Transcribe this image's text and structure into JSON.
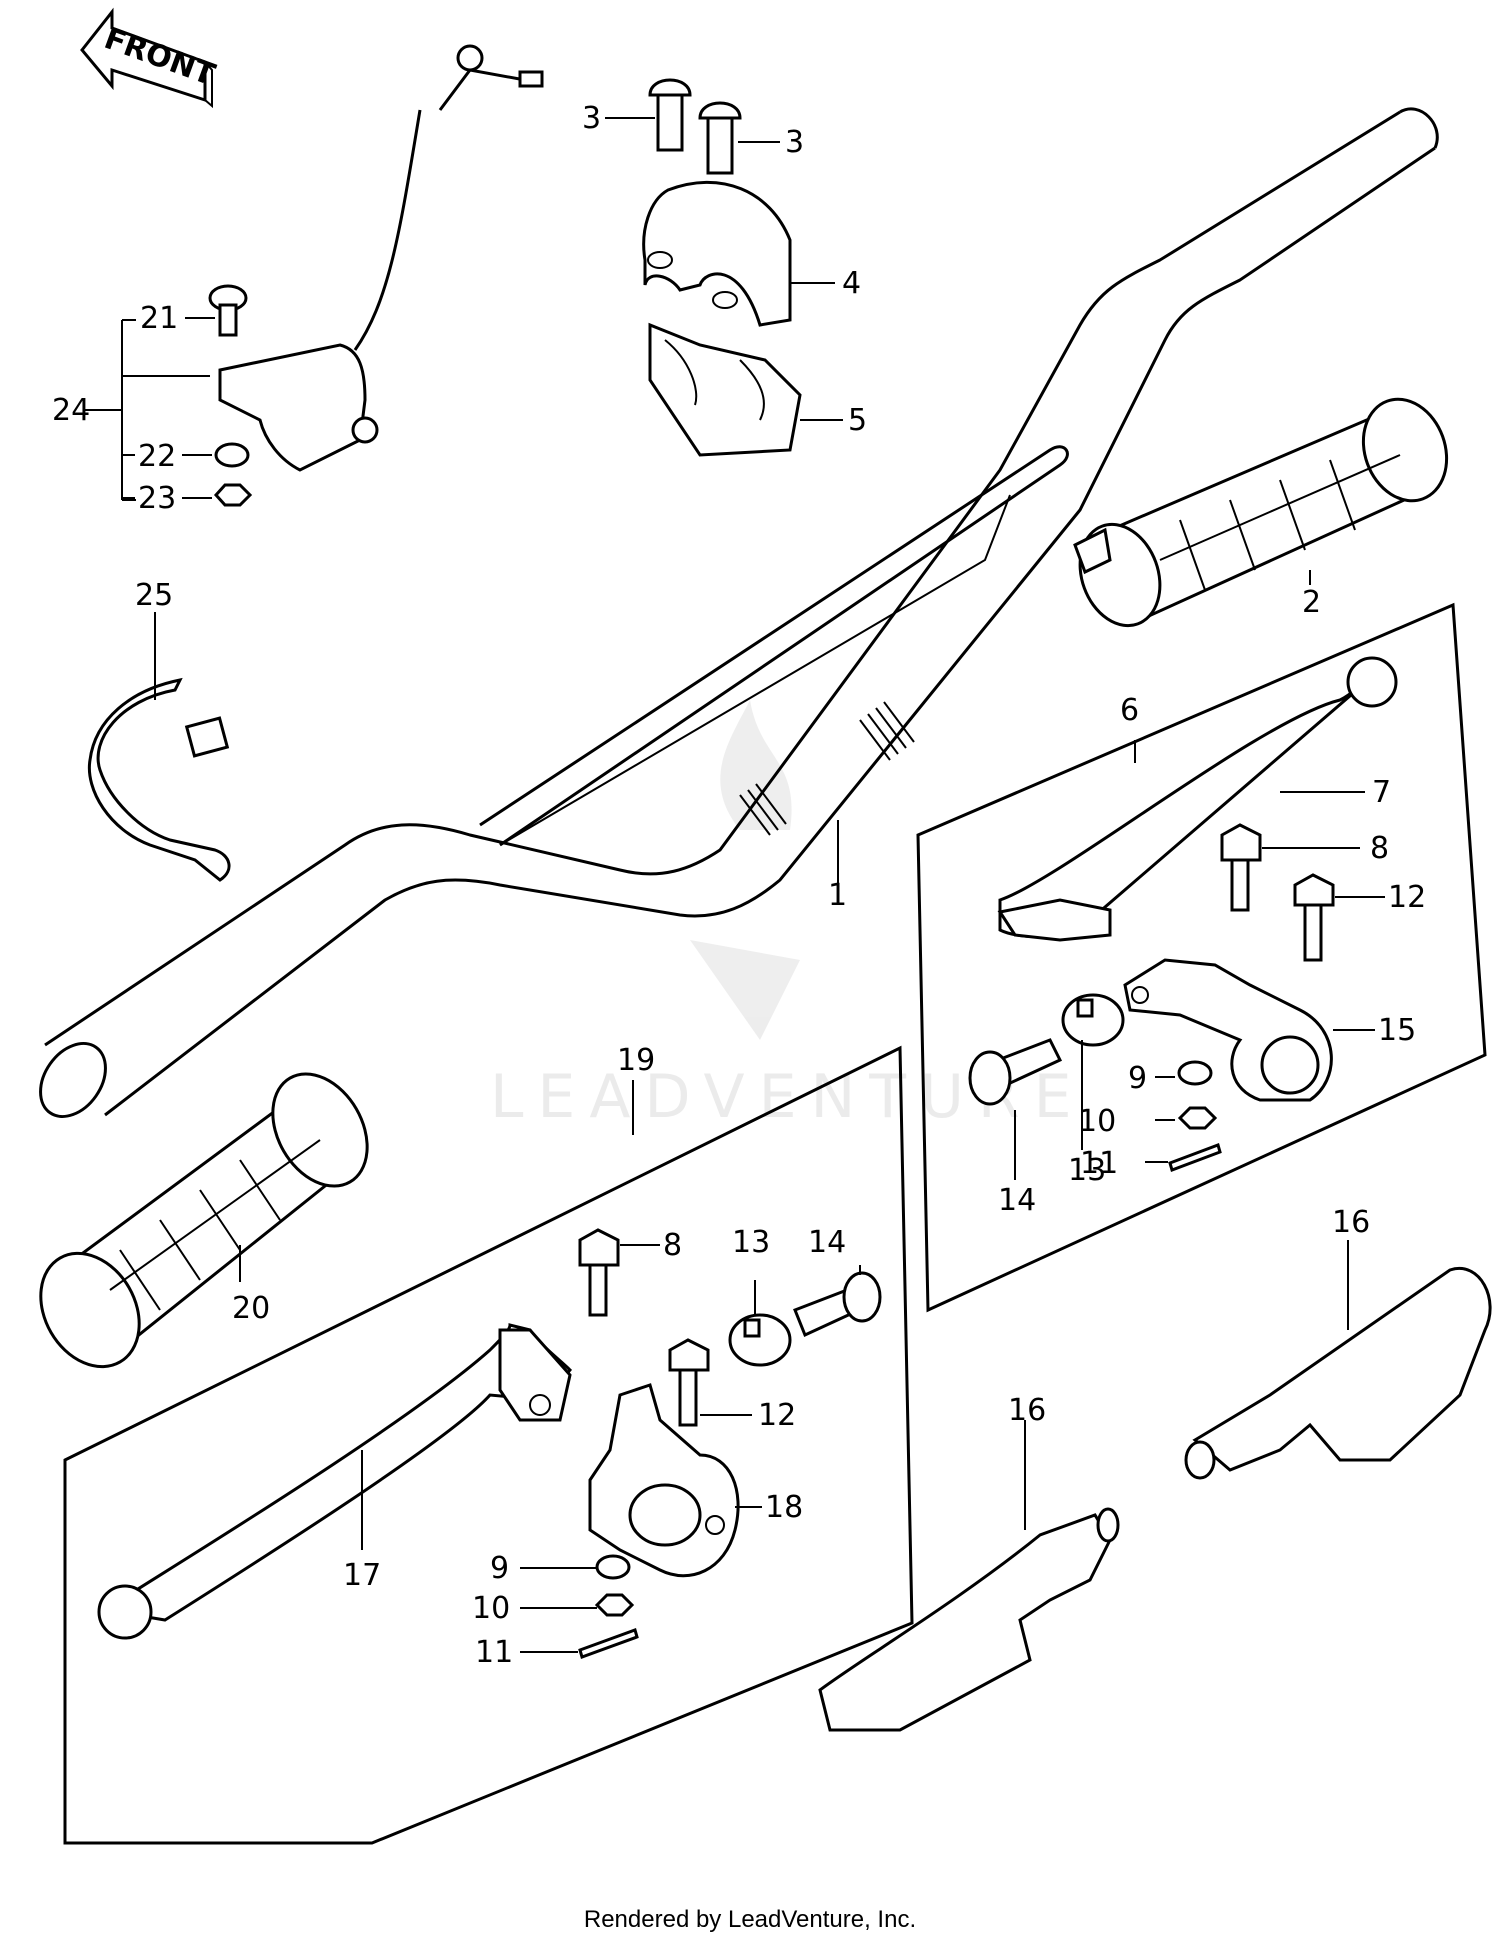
{
  "direction_label": "FRONT",
  "watermark": "LEADVENTURE",
  "footer": "Rendered by LeadVenture, Inc.",
  "callouts": {
    "c1": "1",
    "c2": "2",
    "c3a": "3",
    "c3b": "3",
    "c4": "4",
    "c5": "5",
    "c6": "6",
    "c7": "7",
    "c8a": "8",
    "c12a": "12",
    "c15": "15",
    "c9a": "9",
    "c10a": "10",
    "c11a": "11",
    "c13a": "13",
    "c14a": "14",
    "c16a": "16",
    "c16b": "16",
    "c19": "19",
    "c8b": "8",
    "c13b": "13",
    "c14b": "14",
    "c12b": "12",
    "c18": "18",
    "c17": "17",
    "c9b": "9",
    "c10b": "10",
    "c11b": "11",
    "c20": "20",
    "c21": "21",
    "c22": "22",
    "c23": "23",
    "c24": "24",
    "c25": "25"
  }
}
